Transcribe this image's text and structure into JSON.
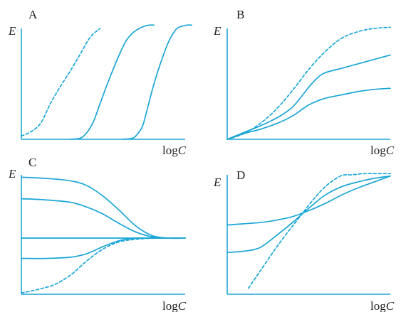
{
  "colors": {
    "line": "#1aa6d6",
    "text": "#231f20"
  },
  "chart_data": [
    {
      "type": "line",
      "panel": "A",
      "ylabel": "E",
      "xlabel_prefix": "log",
      "xlabel_var": "C",
      "xlim": [
        0,
        100
      ],
      "ylim": [
        0,
        100
      ],
      "grid": false,
      "series": [
        {
          "style": "dashed",
          "x": [
            0,
            6,
            12,
            18,
            24,
            30,
            36,
            42,
            48
          ],
          "y": [
            3,
            7,
            15,
            33,
            48,
            62,
            77,
            92,
            100
          ]
        },
        {
          "style": "solid",
          "x": [
            30,
            36,
            40,
            44,
            48,
            52,
            56,
            60,
            64,
            68,
            72,
            75,
            78,
            81
          ],
          "y": [
            0,
            1,
            6,
            16,
            32,
            48,
            63,
            77,
            89,
            96,
            100,
            102,
            103,
            103
          ]
        },
        {
          "style": "solid",
          "x": [
            62,
            68,
            71,
            74,
            77,
            80,
            83,
            86,
            89,
            92,
            95,
            98,
            101,
            104
          ],
          "y": [
            0,
            1,
            5,
            12,
            28,
            45,
            60,
            73,
            85,
            94,
            100,
            102,
            103,
            103
          ]
        }
      ]
    },
    {
      "type": "line",
      "panel": "B",
      "ylabel": "E",
      "xlabel_prefix": "log",
      "xlabel_var": "C",
      "xlim": [
        0,
        100
      ],
      "ylim": [
        0,
        100
      ],
      "grid": false,
      "series": [
        {
          "style": "dashed",
          "x": [
            0,
            10,
            20,
            30,
            40,
            50,
            60,
            70,
            80,
            90,
            100
          ],
          "y": [
            0,
            5,
            14,
            27,
            44,
            63,
            79,
            91,
            97,
            100,
            101
          ]
        },
        {
          "style": "solid",
          "x": [
            0,
            10,
            20,
            30,
            40,
            50,
            55,
            60,
            70,
            80,
            90,
            100
          ],
          "y": [
            0,
            6,
            12,
            19,
            29,
            47,
            55,
            60,
            64,
            68,
            72,
            76
          ]
        },
        {
          "style": "solid",
          "x": [
            0,
            10,
            20,
            30,
            40,
            50,
            60,
            70,
            80,
            90,
            100
          ],
          "y": [
            0,
            5,
            9,
            14,
            21,
            31,
            37,
            40,
            43,
            45,
            46
          ]
        }
      ]
    },
    {
      "type": "line",
      "panel": "C",
      "ylabel": "E",
      "xlabel_prefix": "log",
      "xlabel_var": "C",
      "xlim": [
        0,
        100
      ],
      "ylim": [
        0,
        100
      ],
      "grid": false,
      "series": [
        {
          "style": "solid",
          "x": [
            0,
            15,
            30,
            40,
            50,
            60,
            70,
            80,
            90,
            100
          ],
          "y": [
            98,
            97,
            95,
            91,
            82,
            70,
            57,
            49,
            47,
            47
          ]
        },
        {
          "style": "solid",
          "x": [
            0,
            15,
            30,
            40,
            50,
            60,
            70,
            80,
            90,
            100
          ],
          "y": [
            80,
            79,
            77,
            73,
            67,
            59,
            52,
            48,
            47,
            47
          ]
        },
        {
          "style": "solid",
          "x": [
            0,
            100
          ],
          "y": [
            47,
            47
          ]
        },
        {
          "style": "solid",
          "x": [
            0,
            15,
            30,
            40,
            50,
            60,
            70,
            80,
            90,
            100
          ],
          "y": [
            30,
            30,
            31,
            34,
            40,
            45,
            47,
            47,
            47,
            47
          ]
        },
        {
          "style": "dashed",
          "x": [
            0,
            10,
            20,
            30,
            40,
            50,
            60,
            70,
            80,
            90,
            100
          ],
          "y": [
            1,
            4,
            8,
            16,
            28,
            38,
            44,
            46,
            47,
            47,
            47
          ]
        }
      ]
    },
    {
      "type": "line",
      "panel": "D",
      "ylabel": "E",
      "xlabel_prefix": "log",
      "xlabel_var": "C",
      "xlim": [
        0,
        100
      ],
      "ylim": [
        0,
        100
      ],
      "grid": false,
      "series": [
        {
          "style": "dashed",
          "x": [
            13,
            20,
            28,
            36,
            44,
            52,
            60,
            68,
            72,
            76,
            84,
            92,
            100
          ],
          "y": [
            5,
            19,
            35,
            50,
            64,
            78,
            90,
            98,
            100,
            100,
            101,
            101,
            101
          ]
        },
        {
          "style": "solid",
          "x": [
            0,
            10,
            20,
            30,
            40,
            50,
            60,
            70,
            80,
            90,
            100
          ],
          "y": [
            35,
            36,
            39,
            49,
            60,
            72,
            83,
            90,
            94,
            97,
            99
          ]
        },
        {
          "style": "solid",
          "x": [
            0,
            10,
            20,
            30,
            40,
            50,
            60,
            70,
            80,
            90,
            100
          ],
          "y": [
            58,
            59,
            60,
            62,
            65,
            70,
            76,
            83,
            89,
            94,
            99
          ]
        }
      ]
    }
  ]
}
